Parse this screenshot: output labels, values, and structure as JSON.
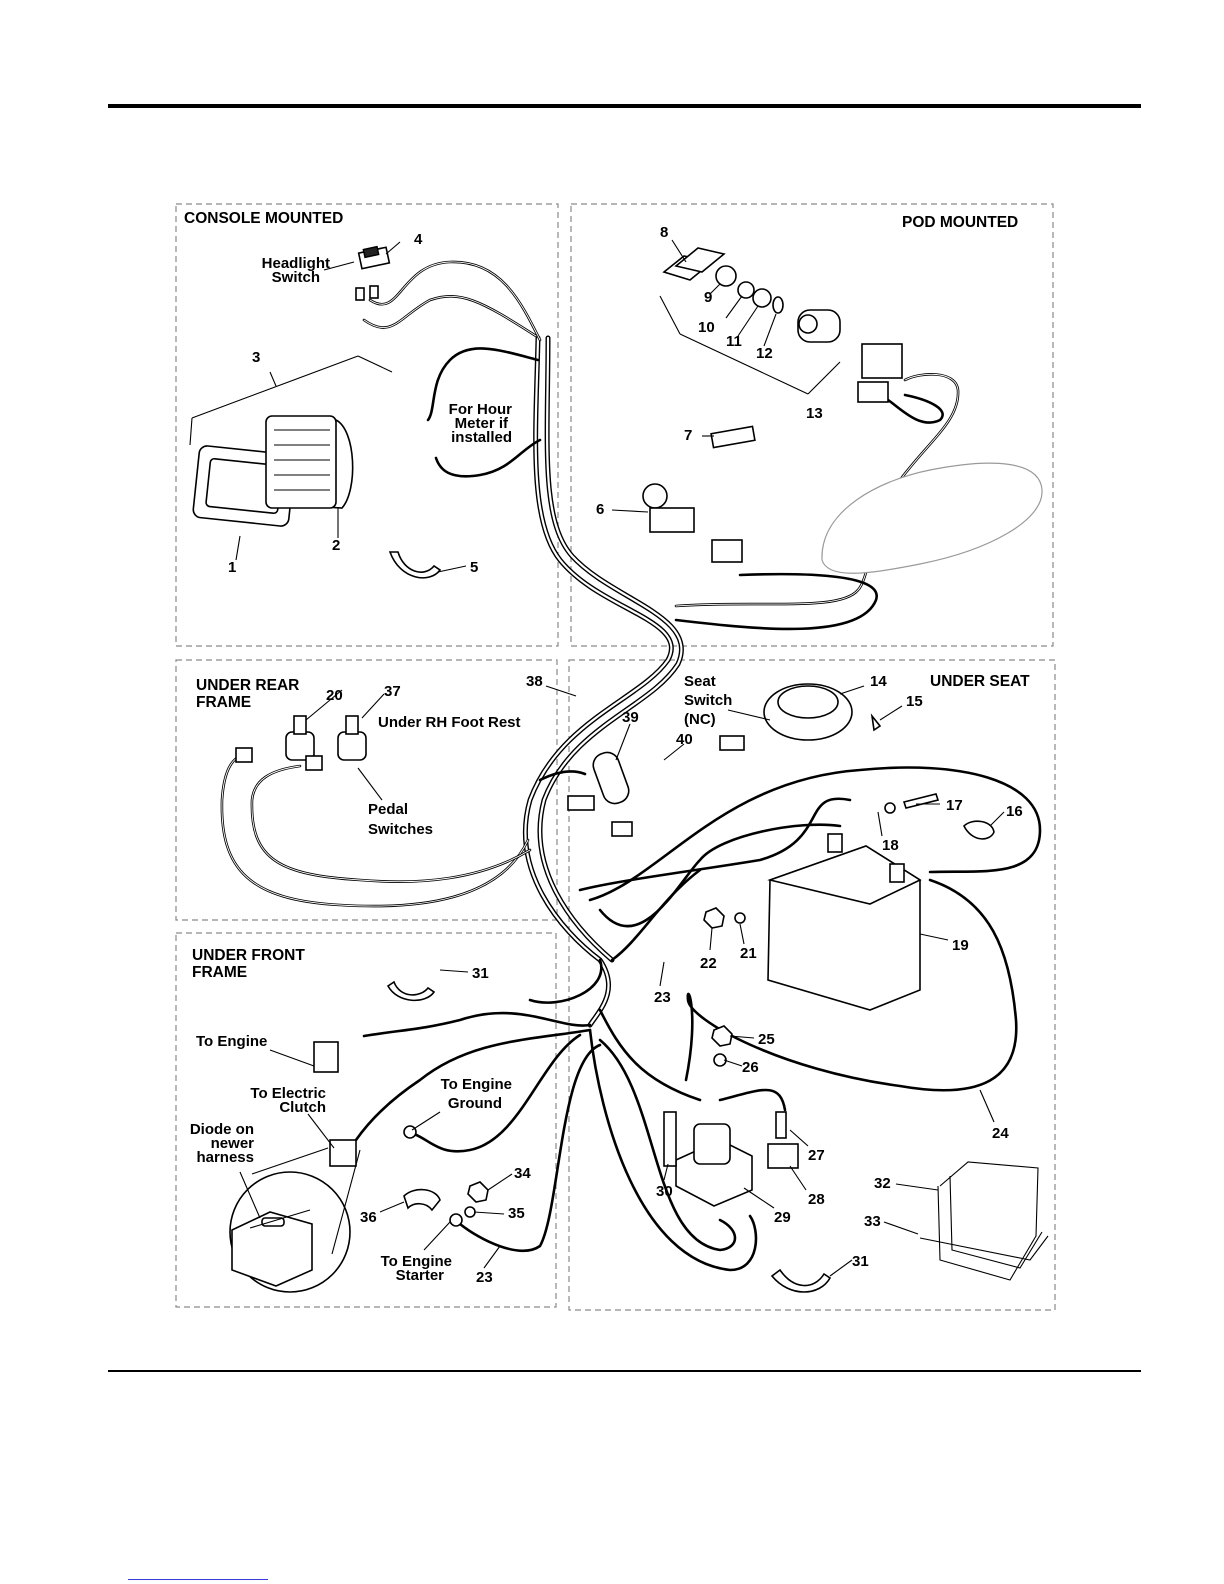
{
  "sections": {
    "console": "CONSOLE MOUNTED",
    "pod": "POD MOUNTED",
    "under_rear_line1": "UNDER REAR",
    "under_rear_line2": "FRAME",
    "under_seat": "UNDER SEAT",
    "under_front_line1": "UNDER FRONT",
    "under_front_line2": "FRAME"
  },
  "labels": {
    "headlight_1": "Headlight",
    "headlight_2": "Switch",
    "hour_1": "For Hour",
    "hour_2": "Meter if",
    "hour_3": "installed",
    "under_rh": "Under RH Foot Rest",
    "pedal_1": "Pedal",
    "pedal_2": "Switches",
    "seat_1": "Seat",
    "seat_2": "Switch",
    "seat_3": "(NC)",
    "to_engine": "To Engine",
    "clutch_1": "To Electric",
    "clutch_2": "Clutch",
    "ground_1": "To Engine",
    "ground_2": "Ground",
    "diode_1": "Diode on",
    "diode_2": "newer",
    "diode_3": "harness",
    "starter_1": "To Engine",
    "starter_2": "Starter"
  },
  "callouts": {
    "n1": "1",
    "n2": "2",
    "n3": "3",
    "n4": "4",
    "n5": "5",
    "n6": "6",
    "n7": "7",
    "n8": "8",
    "n9": "9",
    "n10": "10",
    "n11": "11",
    "n12": "12",
    "n13": "13",
    "n14": "14",
    "n15": "15",
    "n16": "16",
    "n17": "17",
    "n18": "18",
    "n19": "19",
    "n20": "20",
    "n21": "21",
    "n22": "22",
    "n23a": "23",
    "n23b": "23",
    "n24": "24",
    "n25": "25",
    "n26": "26",
    "n27": "27",
    "n28": "28",
    "n29": "29",
    "n30": "30",
    "n31a": "31",
    "n31b": "31",
    "n32": "32",
    "n33": "33",
    "n34": "34",
    "n35": "35",
    "n36": "36",
    "n37": "37",
    "n38": "38",
    "n39": "39",
    "n40": "40"
  },
  "colors": {
    "ink": "#000000",
    "panel_border": "#8a8a8a",
    "link_underline": "#3a3adb"
  }
}
